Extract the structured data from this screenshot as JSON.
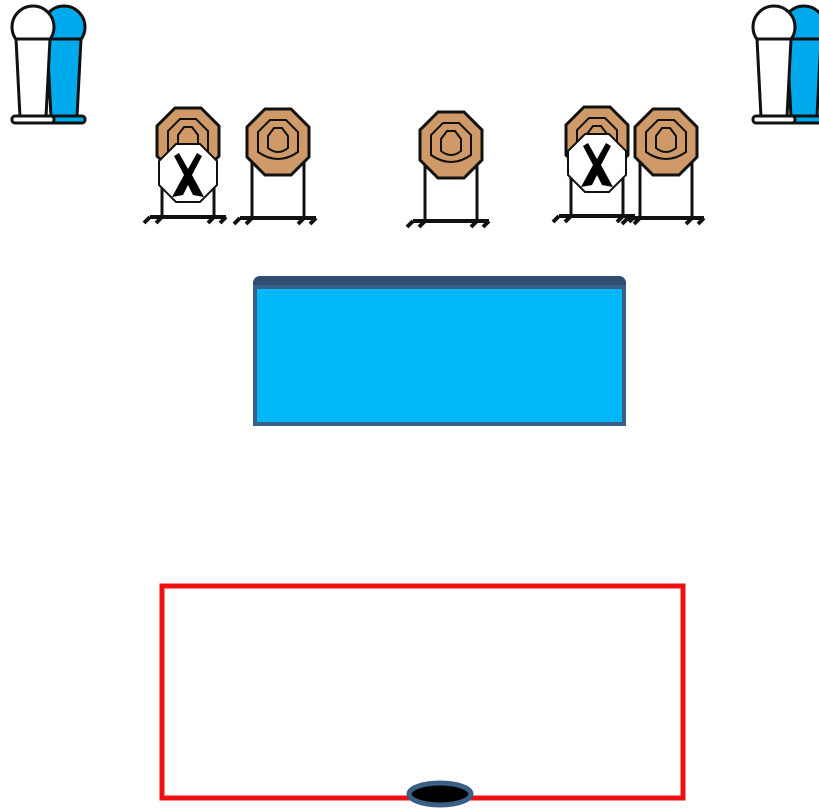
{
  "colors": {
    "background": "#ffffff",
    "target_face": "#cf9a68",
    "target_outline": "#111111",
    "no_shoot_fill": "#ffffff",
    "no_shoot_mark": "#000000",
    "popper_white": "#ffffff",
    "popper_blue": "#00a8ec",
    "barrier_fill": "#00b8f8",
    "barrier_top": "#2e4d70",
    "barrier_edge": "#3a5f86",
    "shooting_box": "#ee1111",
    "start_marker": "#000000",
    "start_marker_edge": "#3a5f86"
  },
  "elements": {
    "popper_pairs": [
      {
        "name": "popper-pair-left"
      },
      {
        "name": "popper-pair-right"
      }
    ],
    "targets": [
      {
        "name": "paper-target-1",
        "no_shoot": true
      },
      {
        "name": "paper-target-2",
        "no_shoot": false
      },
      {
        "name": "paper-target-3",
        "no_shoot": false
      },
      {
        "name": "paper-target-4",
        "no_shoot": true
      },
      {
        "name": "paper-target-5",
        "no_shoot": false
      }
    ],
    "barrier": {
      "name": "barrier-wall"
    },
    "shooting_area": {
      "name": "shooting-area-box"
    },
    "start_position": {
      "name": "start-position-marker"
    }
  }
}
